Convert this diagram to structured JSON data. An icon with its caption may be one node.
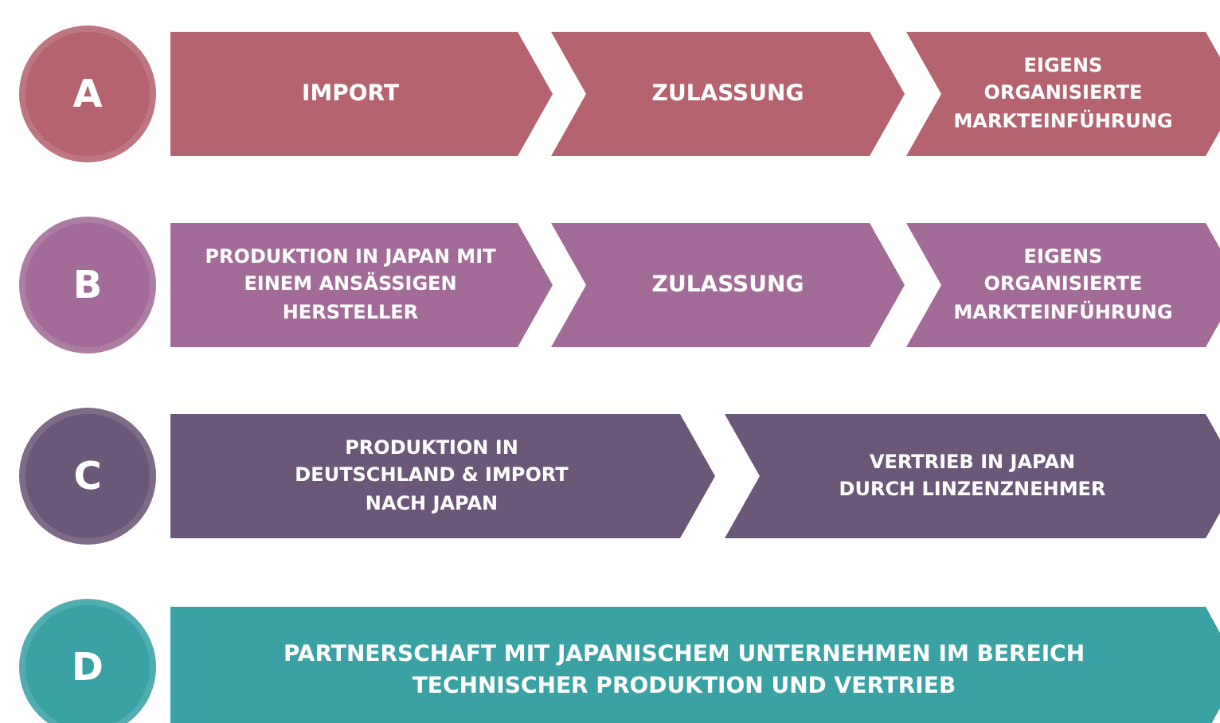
{
  "diagram": {
    "nodes": [
      {
        "text": [
          "A"
        ]
      },
      {
        "text": [
          "IMPORT"
        ]
      },
      {
        "text": [
          "ZULASSUNG"
        ]
      },
      {
        "text": [
          "EIGENS ORGANISIERTE MARKTEINFÜHRUNG"
        ]
      },
      {
        "text": [
          "B"
        ]
      },
      {
        "text": [
          "PRODUKTION IN JAPAN MIT EINEM ANSÄSSIGEN HERSTELLER"
        ]
      },
      {
        "text": [
          "ZULASSUNG"
        ]
      },
      {
        "text": [
          "EIGENS ORGANISIERTE MARKTEINFÜHRUNG"
        ]
      },
      {
        "text": [
          "C"
        ]
      },
      {
        "text": [
          "PRODUKTION IN DEUTSCHLAND & IMPORT NACH JAPAN"
        ]
      },
      {
        "text": [
          "VERTRIEB IN JAPAN DURCH LINZENZNEHMER"
        ]
      },
      {
        "text": [
          "D"
        ]
      },
      {
        "text": [
          "PARTNERSCHAFT MIT JAPANISCHEM UNTERNEHMEN IM BEREICH TECHNISCHER PRODUKTION UND VERTRIEB"
        ]
      }
    ],
    "edges": []
  }
}
